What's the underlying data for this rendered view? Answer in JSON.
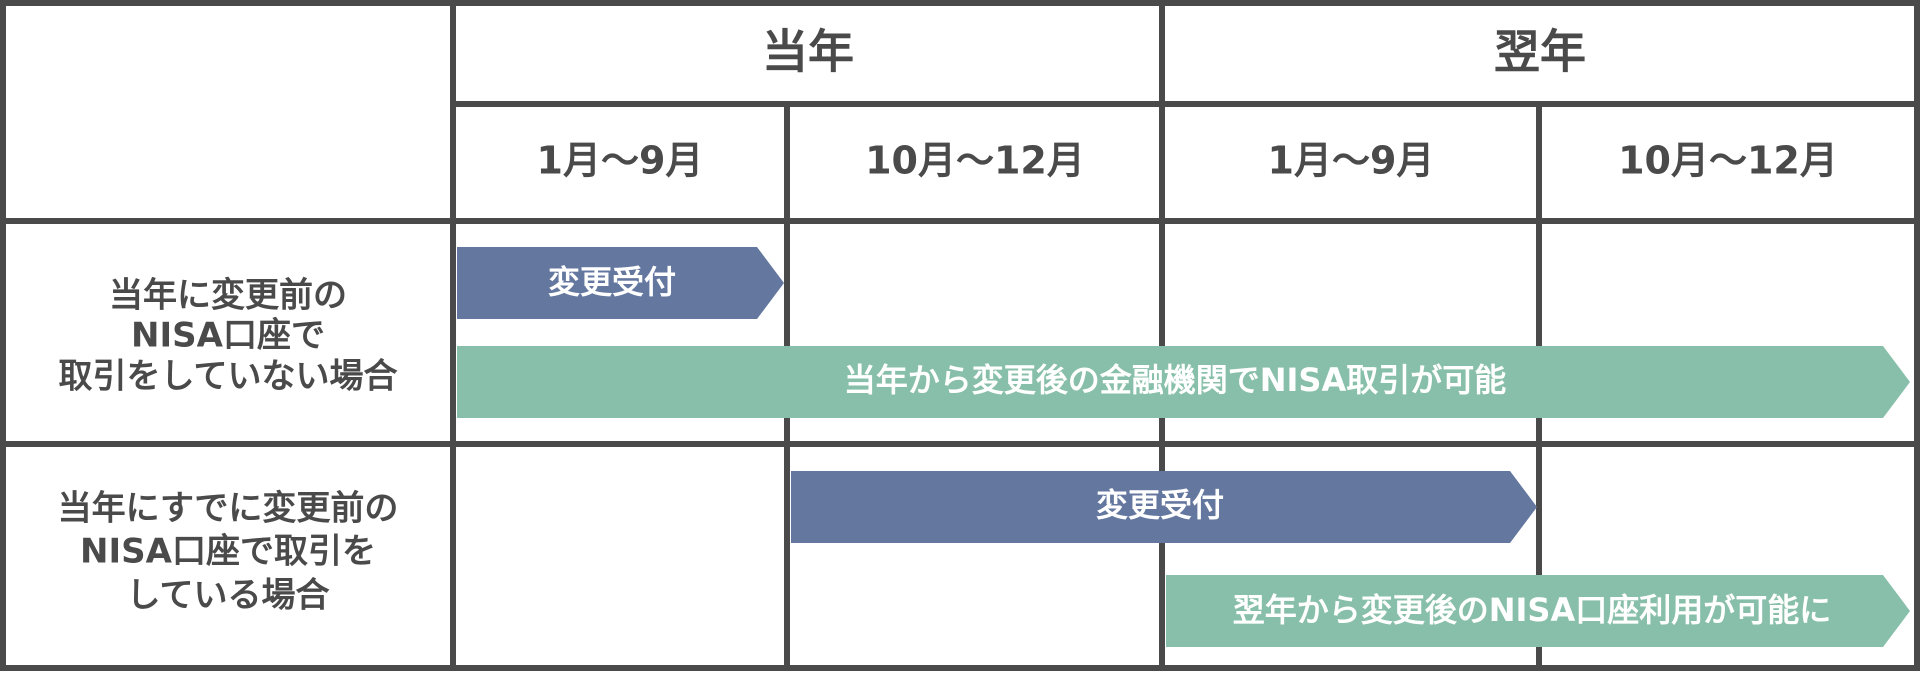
{
  "header": {
    "years": [
      {
        "label": "当年"
      },
      {
        "label": "翌年"
      }
    ],
    "periods": [
      {
        "label": "1月～9月"
      },
      {
        "label": "10月～12月"
      },
      {
        "label": "1月～9月"
      },
      {
        "label": "10月～12月"
      }
    ]
  },
  "rows": [
    {
      "label_lines": [
        "当年に変更前の",
        "NISA口座で",
        "取引をしていない場合"
      ],
      "bars": [
        {
          "label": "変更受付",
          "color": "#64779f"
        },
        {
          "label": "当年から変更後の金融機関でNISA取引が可能",
          "color": "#88bfaa"
        }
      ]
    },
    {
      "label_lines": [
        "当年にすでに変更前の",
        "NISA口座で取引を",
        "している場合"
      ],
      "bars": [
        {
          "label": "変更受付",
          "color": "#64779f"
        },
        {
          "label": "翌年から変更後のNISA口座利用が可能に",
          "color": "#88bfaa"
        }
      ]
    }
  ],
  "colors": {
    "grid": "#4a4a4a",
    "text": "#4a4a4a",
    "bar_text": "#ffffff"
  }
}
